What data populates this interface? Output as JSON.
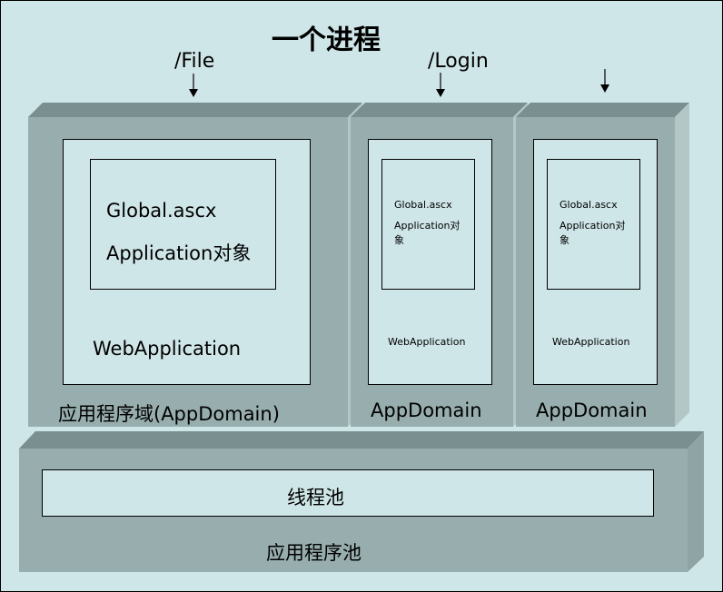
{
  "title": "一个进程",
  "colors": {
    "background": "#cfe6e8",
    "prism_front": "#98aeae",
    "prism_top": "#7a8f8f",
    "prism_side": "#b3c7c7",
    "prism_side_dark": "#8fa4a4",
    "box_fill": "#cfe6e8",
    "line": "#000000"
  },
  "requests": [
    {
      "path": "/File"
    },
    {
      "path": "/Login"
    },
    {
      "path": ""
    }
  ],
  "app_domains": [
    {
      "label": "应用程序域(AppDomain)",
      "global_file": "Global.ascx",
      "application_object": "Application对象",
      "web_application": "WebApplication"
    },
    {
      "label": "AppDomain",
      "global_file": "Global.ascx",
      "application_object_line1": "Application对",
      "application_object_line2": "象",
      "web_application": "WebApplication"
    },
    {
      "label": "AppDomain",
      "global_file": "Global.ascx",
      "application_object_line1": "Application对",
      "application_object_line2": "象",
      "web_application": "WebApplication"
    }
  ],
  "thread_pool": "线程池",
  "app_pool": "应用程序池"
}
